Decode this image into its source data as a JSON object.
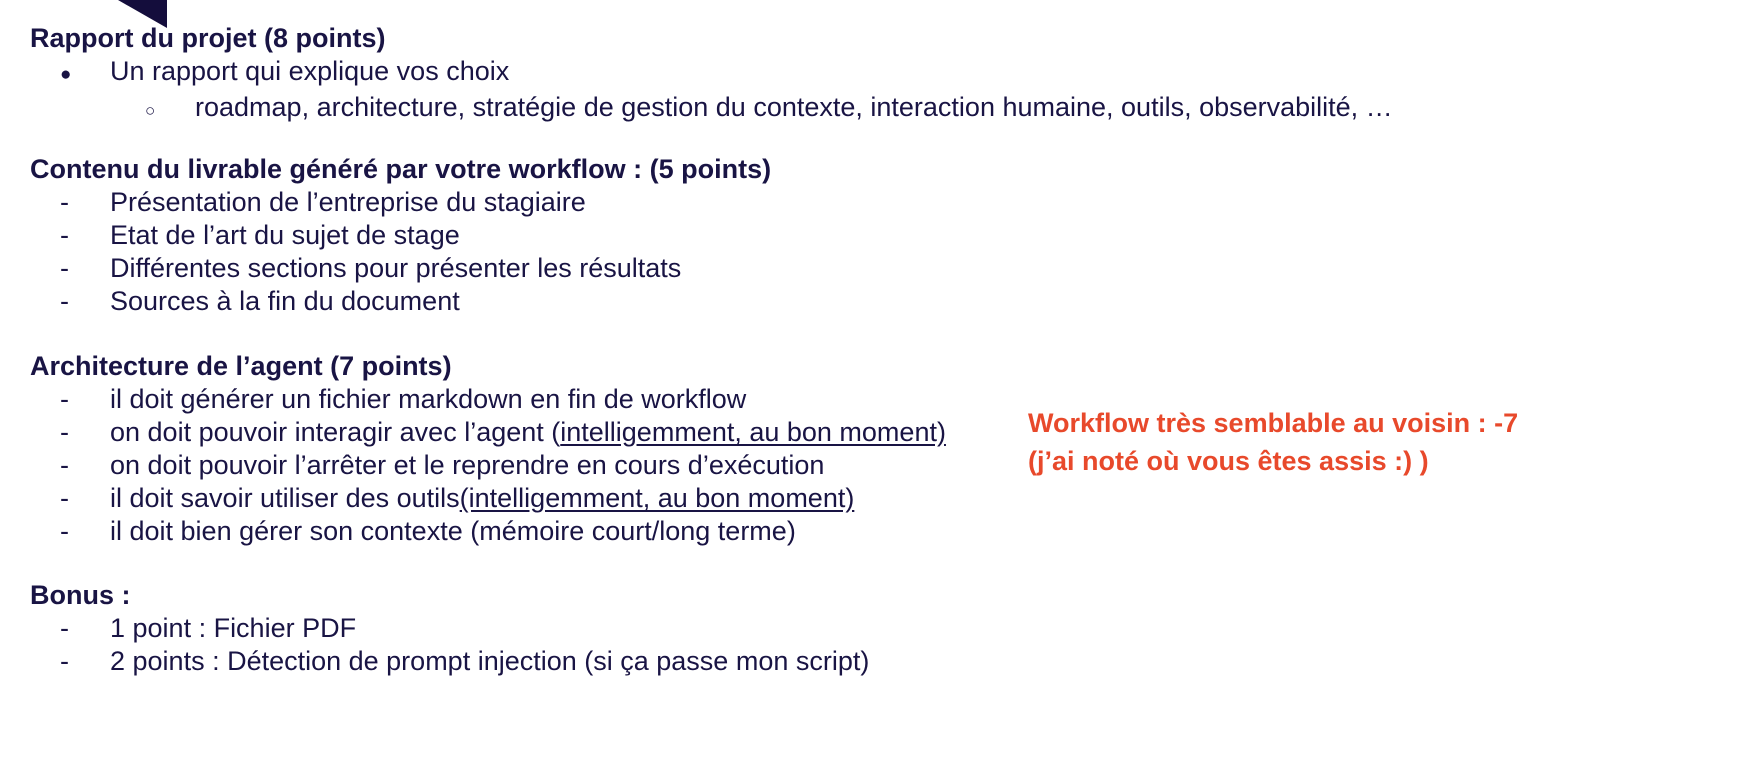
{
  "decor": {
    "triangle_color": "#140D3C",
    "triangle_name": "corner-triangle"
  },
  "theme": {
    "text_color": "#191444",
    "accent_color": "#E8492B",
    "background": "#ffffff"
  },
  "markers": {
    "disc": "●",
    "circle": "○",
    "dash": "-"
  },
  "sections": [
    {
      "heading": "Rapport du projet  (8 points)",
      "items": [
        {
          "level": 1,
          "text": "Un rapport qui explique vos choix"
        },
        {
          "level": 2,
          "text": "roadmap, architecture, stratégie de gestion du contexte, interaction humaine, outils, observabilité, …"
        }
      ]
    },
    {
      "heading": "Contenu du livrable généré par votre workflow : (5 points)",
      "items": [
        {
          "level": "dash",
          "text": "Présentation de l’entreprise du stagiaire"
        },
        {
          "level": "dash",
          "text": "Etat de l’art du sujet de stage"
        },
        {
          "level": "dash",
          "text": "Différentes sections pour présenter les résultats"
        },
        {
          "level": "dash",
          "text": "Sources à la fin du document"
        }
      ]
    },
    {
      "heading": "Architecture de l’agent (7 points)",
      "items": [
        {
          "level": "dash",
          "text": "il doit générer un fichier markdown en fin de workflow"
        },
        {
          "level": "dash",
          "prefix": "on doit pouvoir interagir avec l’agent (",
          "underlined": "intelligemment, au bon moment)",
          "suffix": ""
        },
        {
          "level": "dash",
          "text": "on doit pouvoir l’arrêter et le reprendre en cours d’exécution"
        },
        {
          "level": "dash",
          "prefix": "il doit savoir utiliser des outils ",
          "underlined": "(intelligemment, au bon moment)",
          "suffix": ""
        },
        {
          "level": "dash",
          "text": "il doit bien gérer son contexte (mémoire court/long terme)"
        }
      ]
    },
    {
      "heading": "Bonus :",
      "items": [
        {
          "level": "dash",
          "text": "1 point : Fichier PDF"
        },
        {
          "level": "dash",
          "text": "2 points : Détection de prompt injection (si ça passe mon script)"
        }
      ]
    }
  ],
  "annotation": {
    "line1": "Workflow très semblable au voisin : -7",
    "line2": "(j’ai noté où vous êtes assis :) )"
  }
}
